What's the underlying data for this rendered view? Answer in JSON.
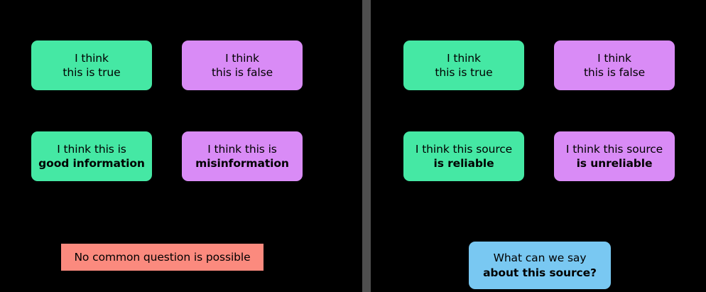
{
  "background_color": "#000000",
  "divider": {
    "name": "vertical-divider",
    "color": "#4f4f4f"
  },
  "colors": {
    "green": "#45e8a4",
    "purple": "#d98bf6",
    "red": "#fb8a7e",
    "blue": "#79c8f2",
    "text": "#000000",
    "background": "#000000"
  },
  "left_panel": {
    "cards": [
      {
        "id": "claim-true",
        "color": "#45e8a4",
        "line1": "I think",
        "line2": "this is ",
        "line2_bold": "true"
      },
      {
        "id": "claim-false",
        "color": "#d98bf6",
        "line1": "I think",
        "line2": "this is ",
        "line2_bold": "false"
      },
      {
        "id": "claim-good-information",
        "color": "#45e8a4",
        "line1": "I think this is",
        "line2": "",
        "line2_bold": "good information"
      },
      {
        "id": "claim-misinformation",
        "color": "#d98bf6",
        "line1": "I think this is",
        "line2": "",
        "line2_bold": "misinformation"
      }
    ],
    "conclusion": {
      "id": "no-common-question",
      "color": "#fb8a7e",
      "text": "No common question is possible"
    }
  },
  "right_panel": {
    "cards": [
      {
        "id": "source-true",
        "color": "#45e8a4",
        "line1": "I think",
        "line2": "this is ",
        "line2_bold": "true"
      },
      {
        "id": "source-false",
        "color": "#d98bf6",
        "line1": "I think",
        "line2": "this is ",
        "line2_bold": "false"
      },
      {
        "id": "source-reliable",
        "color": "#45e8a4",
        "line1": "I think this source",
        "line2": "",
        "line2_bold": "is reliable"
      },
      {
        "id": "source-unreliable",
        "color": "#d98bf6",
        "line1": "I think this source",
        "line2": "",
        "line2_bold": "is unreliable"
      }
    ],
    "conclusion": {
      "id": "common-question-about-source",
      "color": "#79c8f2",
      "line1": "What can we say",
      "line2_bold": "about this source?"
    }
  }
}
